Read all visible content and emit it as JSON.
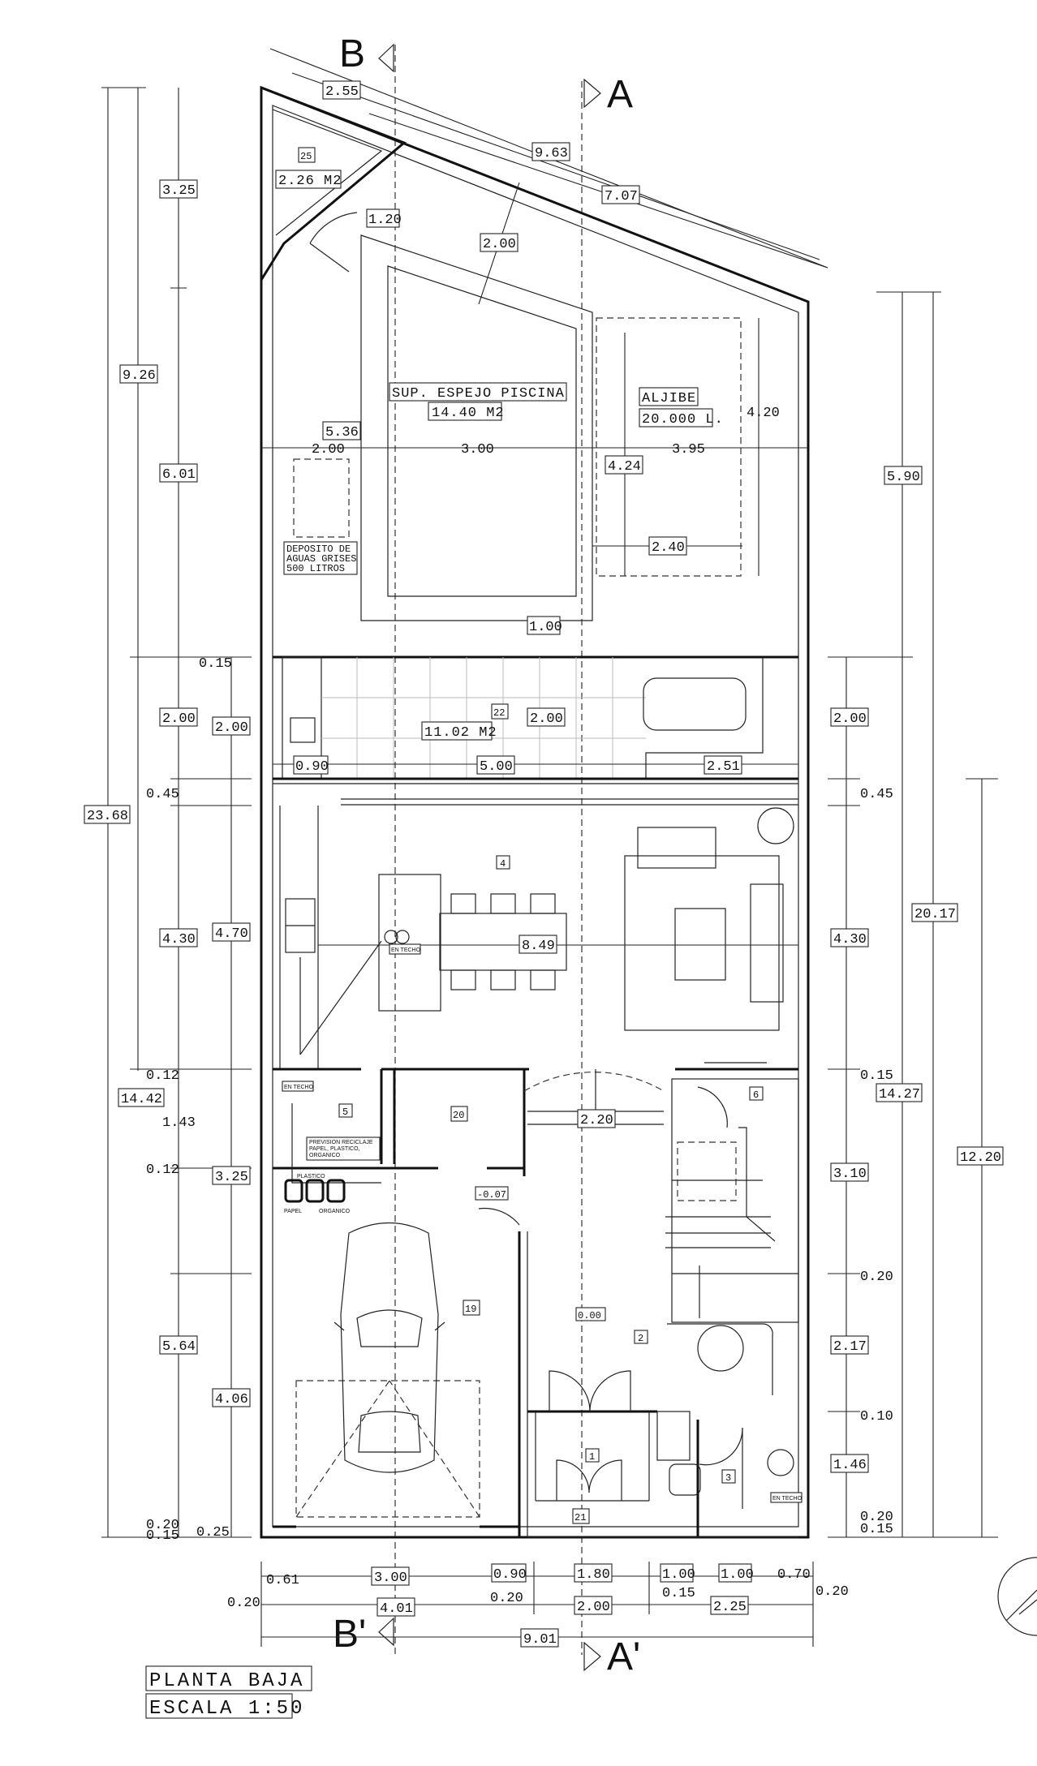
{
  "section_markers": {
    "a_top": "A",
    "a_bottom": "A'",
    "b_top": "B",
    "b_bottom": "B'"
  },
  "title": {
    "line1": "PLANTA BAJA",
    "line2": "ESCALA 1:50"
  },
  "rooms": {
    "r25_num": "25",
    "r25_area": "2.26 M2",
    "pool_label": "SUP. ESPEJO PISCINA",
    "pool_area": "14.40 M2",
    "aljibe_label": "ALJIBE",
    "aljibe_cap": "20.000 L.",
    "deposito_l1": "DEPOSITO DE",
    "deposito_l2": "AGUAS GRISES",
    "deposito_l3": "500 LITROS",
    "r22_num": "22",
    "r22_area": "11.02 M2",
    "r4_num": "4",
    "r5_num": "5",
    "r20_num": "20",
    "r6_num": "6",
    "r19_num": "19",
    "r2_num": "2",
    "r1_num": "1",
    "r3_num": "3",
    "r21_num": "21",
    "level_neg": "-0.07",
    "level_zero": "0.00",
    "en_techo": "EN TECHO",
    "reciclaje_l1": "PREVISION RECICLAJE",
    "reciclaje_l2": "PAPEL, PLASTICO,",
    "reciclaje_l3": "ORGANICO",
    "plastico": "PLASTICO",
    "papel": "PAPEL",
    "organico": "ORGANICO"
  },
  "dims": {
    "d255": "2.55",
    "d963": "9.63",
    "d707": "7.07",
    "d120": "1.20",
    "d200a": "2.00",
    "d536": "5.36",
    "d200b": "2.00",
    "d300a": "3.00",
    "d395": "3.95",
    "d424": "4.24",
    "d420": "4.20",
    "d240": "2.40",
    "d100a": "1.00",
    "l325": "3.25",
    "l926": "9.26",
    "l601": "6.01",
    "l015": "0.15",
    "l200a": "2.00",
    "l200b": "2.00",
    "l045": "0.45",
    "l2368": "23.68",
    "l430": "4.30",
    "l470": "4.70",
    "l012a": "0.12",
    "l1442": "14.42",
    "l143": "1.43",
    "l012b": "0.12",
    "l325b": "3.25",
    "l564": "5.64",
    "l406": "4.06",
    "l020": "0.20",
    "l015b": "0.15",
    "l025": "0.25",
    "c200": "2.00",
    "c090": "0.90",
    "c500": "5.00",
    "c251": "2.51",
    "c849": "8.49",
    "c220": "2.20",
    "r590": "5.90",
    "r200": "2.00",
    "r045": "0.45",
    "r2017": "20.17",
    "r430": "4.30",
    "r015": "0.15",
    "r1427": "14.27",
    "r1220": "12.20",
    "r310": "3.10",
    "r020": "0.20",
    "r217": "2.17",
    "r010": "0.10",
    "r146": "1.46",
    "r020b": "0.20",
    "r015b": "0.15",
    "b061": "0.61",
    "b300": "3.00",
    "b090": "0.90",
    "b180": "1.80",
    "b100a": "1.00",
    "b100b": "1.00",
    "b070": "0.70",
    "b020a": "0.20",
    "b401": "4.01",
    "b020b": "0.20",
    "b015": "0.15",
    "b200": "2.00",
    "b225": "2.25",
    "b020c": "0.20",
    "b901": "9.01"
  }
}
